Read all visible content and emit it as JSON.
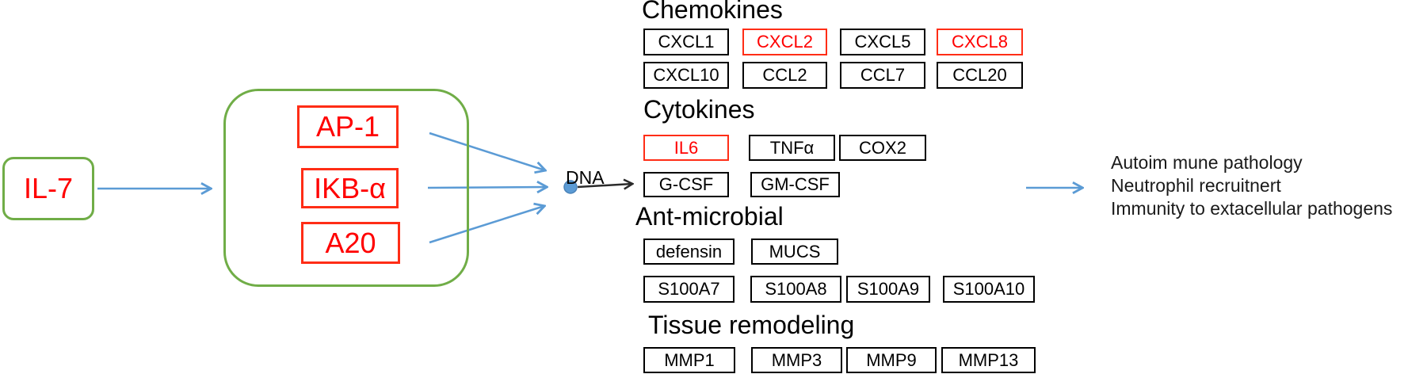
{
  "pathway": {
    "source": "IL-7",
    "mediators": [
      {
        "t": "AP-1"
      },
      {
        "t": "IKB-α"
      },
      {
        "t": "A20"
      }
    ],
    "dna_label": "DNA"
  },
  "groups": {
    "chemokines": {
      "title": "Chemokines",
      "rows": [
        [
          {
            "t": "CXCL1",
            "hl": false
          },
          {
            "t": "CXCL2",
            "hl": true
          },
          {
            "t": "CXCL5",
            "hl": false
          },
          {
            "t": "CXCL8",
            "hl": true
          }
        ],
        [
          {
            "t": "CXCL10",
            "hl": false
          },
          {
            "t": "CCL2",
            "hl": false
          },
          {
            "t": "CCL7",
            "hl": false
          },
          {
            "t": "CCL20",
            "hl": false
          }
        ]
      ]
    },
    "cytokines": {
      "title": "Cytokines",
      "rows": [
        [
          {
            "t": "IL6",
            "hl": true
          },
          {
            "t": "TNFα",
            "hl": false
          },
          {
            "t": "COX2",
            "hl": false
          }
        ],
        [
          {
            "t": "G-CSF",
            "hl": false
          },
          {
            "t": "GM-CSF",
            "hl": false
          }
        ]
      ]
    },
    "antimicrobial": {
      "title": "Ant-microbial",
      "rows": [
        [
          {
            "t": "defensin",
            "hl": false
          },
          {
            "t": "MUCS",
            "hl": false
          }
        ],
        [
          {
            "t": "S100A7",
            "hl": false
          },
          {
            "t": "S100A8",
            "hl": false
          },
          {
            "t": "S100A9",
            "hl": false
          },
          {
            "t": "S100A10",
            "hl": false
          }
        ]
      ]
    },
    "tissue_remodeling": {
      "title": "Tissue remodeling",
      "rows": [
        [
          {
            "t": "MMP1",
            "hl": false
          },
          {
            "t": "MMP3",
            "hl": false
          },
          {
            "t": "MMP9",
            "hl": false
          },
          {
            "t": "MMP13",
            "hl": false
          }
        ]
      ]
    }
  },
  "outcomes": [
    "Autoim mune pathology",
    "Neutrophil recruitnert",
    "Immunity to extacellular pathogens"
  ],
  "colors": {
    "green": "#70AD47",
    "blue": "#5B9BD5",
    "red_text": "#FF0000",
    "red_border": "#FF2D16",
    "black": "#000000"
  }
}
